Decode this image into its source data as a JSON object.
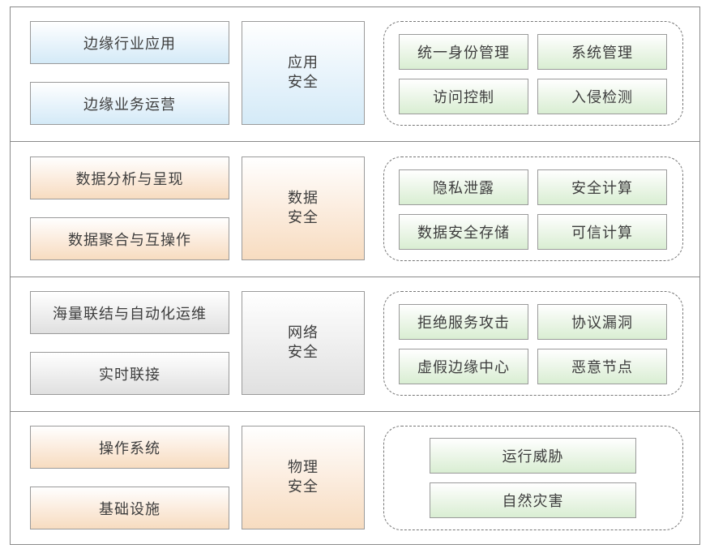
{
  "layers": [
    {
      "left_items": [
        "边缘行业应用",
        "边缘业务运营"
      ],
      "security_line1": "应用",
      "security_line2": "安全",
      "threats": [
        "统一身份管理",
        "系统管理",
        "访问控制",
        "入侵检测"
      ]
    },
    {
      "left_items": [
        "数据分析与呈现",
        "数据聚合与互操作"
      ],
      "security_line1": "数据",
      "security_line2": "安全",
      "threats": [
        "隐私泄露",
        "安全计算",
        "数据安全存储",
        "可信计算"
      ]
    },
    {
      "left_items": [
        "海量联结与自动化运维",
        "实时联接"
      ],
      "security_line1": "网络",
      "security_line2": "安全",
      "threats": [
        "拒绝服务攻击",
        "协议漏洞",
        "虚假边缘中心",
        "恶意节点"
      ]
    },
    {
      "left_items": [
        "操作系统",
        "基础设施"
      ],
      "security_line1": "物理",
      "security_line2": "安全",
      "threats": [
        "运行威胁",
        "自然灾害"
      ]
    }
  ],
  "colors": {
    "application": "#d4eaf7",
    "data": "#f7dcc0",
    "network": "#e0e0e0",
    "physical": "#f7dcc0",
    "threat": "#d9eed3",
    "border": "#8a8a8a"
  }
}
